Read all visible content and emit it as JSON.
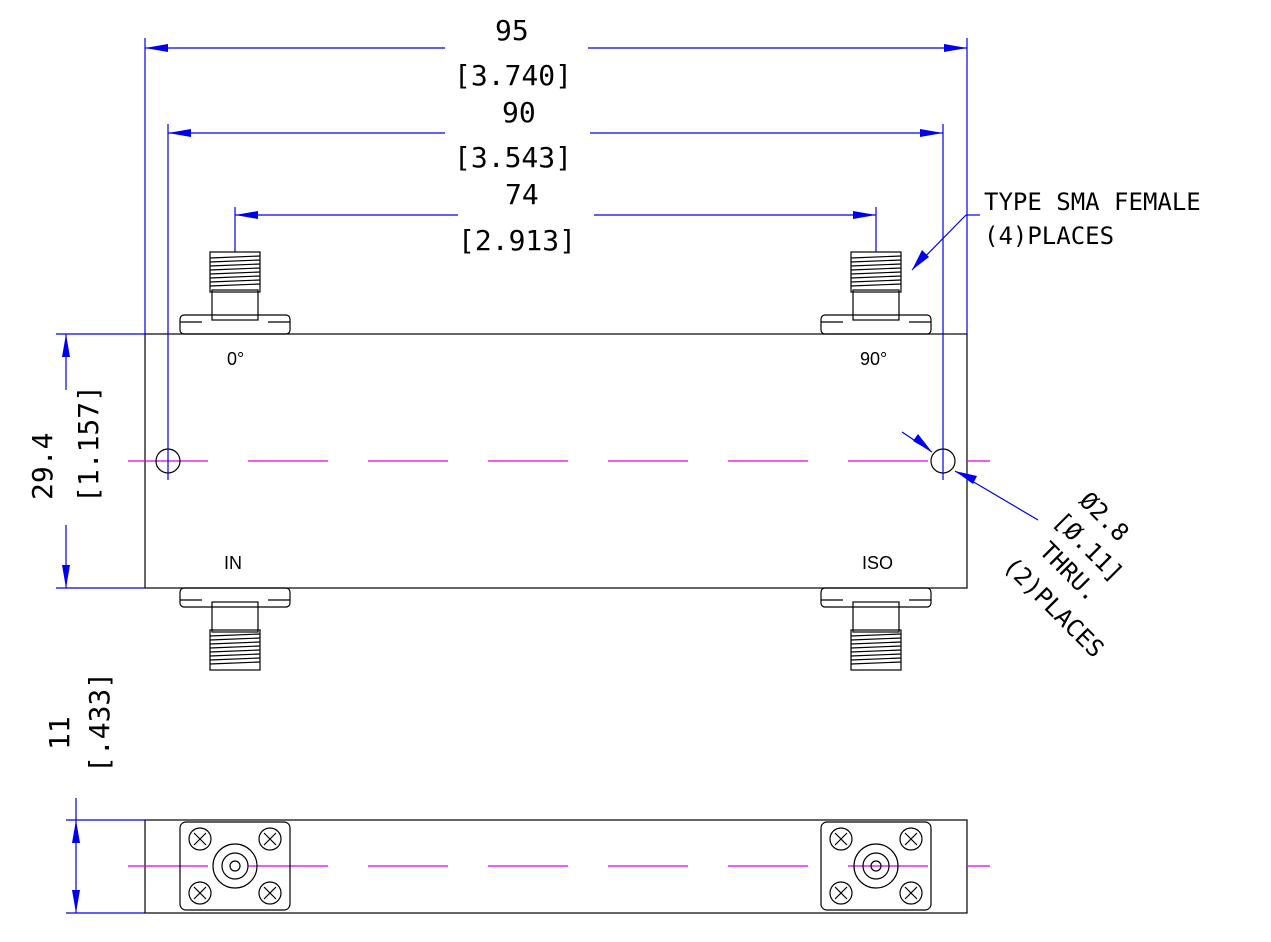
{
  "dimensions": {
    "overall_length": {
      "mm": "95",
      "inch": "[3.740]"
    },
    "hole_spacing": {
      "mm": "90",
      "inch": "[3.543]"
    },
    "connector_spacing": {
      "mm": "74",
      "inch": "[2.913]"
    },
    "height": {
      "mm": "29.4",
      "inch": "[1.157]"
    },
    "thickness": {
      "mm": "11",
      "inch": "[.433]"
    }
  },
  "notes": {
    "connector_line1": "TYPE SMA FEMALE",
    "connector_line2": "(4)PLACES",
    "hole_line1": "Ø2.8",
    "hole_line2": "[Ø.11]",
    "hole_line3": "THRU.",
    "hole_line4": "(2)PLACES"
  },
  "ports": {
    "top_left": "0°",
    "top_right": "90°",
    "bottom_left": "IN",
    "bottom_right": "ISO"
  },
  "colors": {
    "dimension": "#0000ee",
    "centerline": "#dd00dd",
    "outline": "#000000"
  }
}
